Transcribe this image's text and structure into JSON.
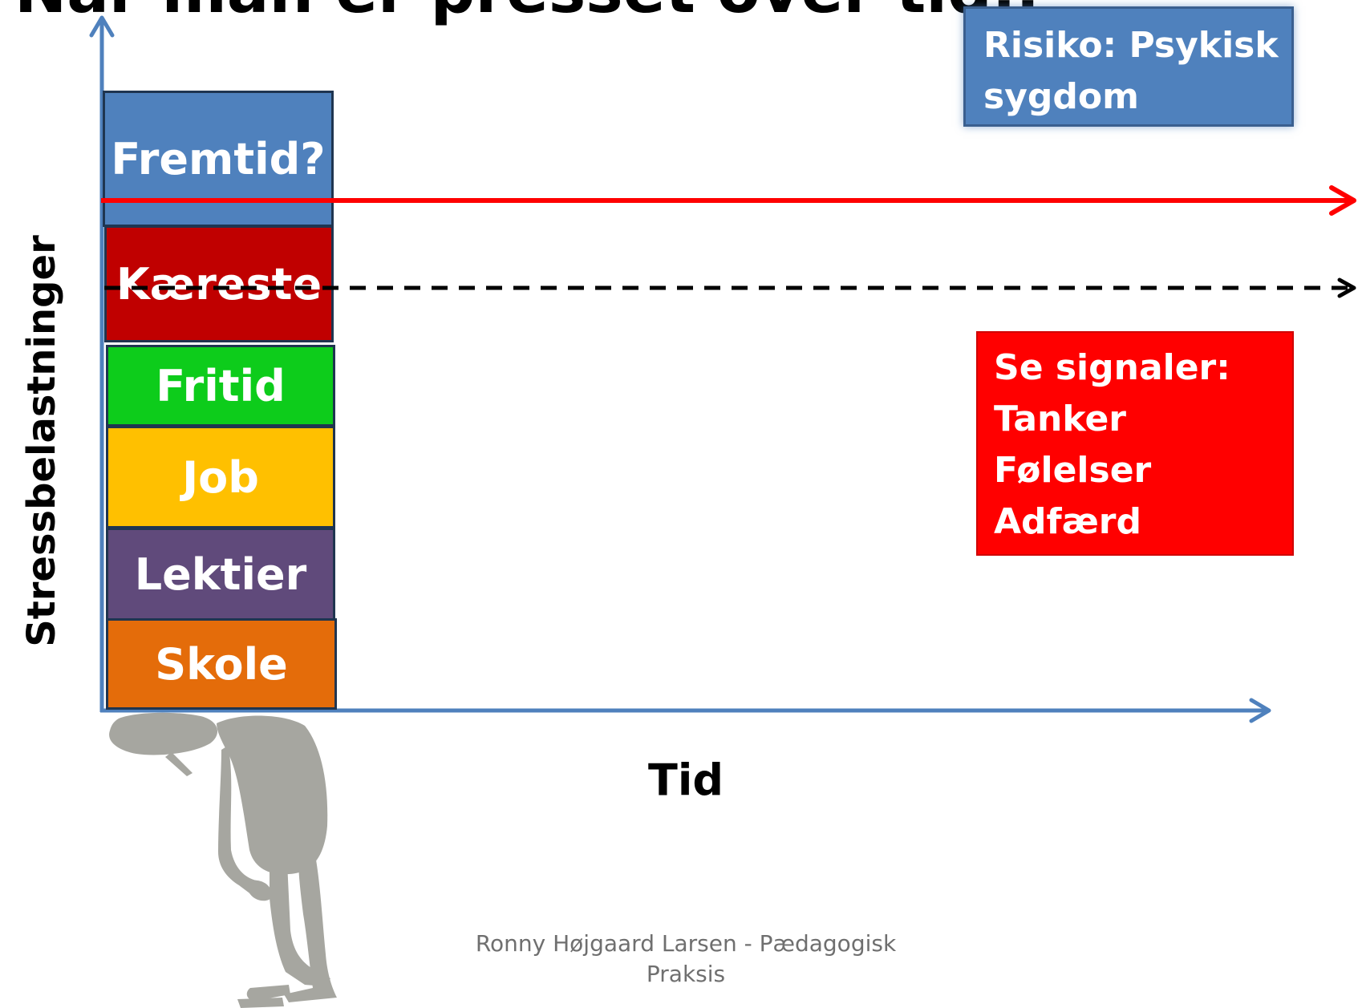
{
  "slide": {
    "title": "Når man er presset over tid..",
    "y_axis_label": "Stressbelastninger",
    "x_axis_label": "Tid",
    "footer_line1": "Ronny Højgaard Larsen - Pædagogisk",
    "footer_line2": "Praksis"
  },
  "stack": [
    {
      "label": "Fremtid?",
      "color": "#4f81bd"
    },
    {
      "label": "Kæreste",
      "color": "#c00000"
    },
    {
      "label": "Fritid",
      "color": "#0dcc1b"
    },
    {
      "label": "Job",
      "color": "#ffc000"
    },
    {
      "label": "Lektier",
      "color": "#604a7b"
    },
    {
      "label": "Skole",
      "color": "#e46c0a"
    }
  ],
  "callouts": {
    "risk": {
      "lines": [
        "Risiko: Psykisk",
        "sygdom"
      ],
      "color": "#4f81bd"
    },
    "signals": {
      "lines": [
        "Se signaler:",
        "Tanker",
        "Følelser",
        "Adfærd"
      ],
      "color": "#ff0000"
    }
  },
  "colors": {
    "axis": "#4f81bd",
    "limit_arrow": "#ff0000",
    "threshold_arrow": "#000000",
    "figure": "#a6a6a0"
  },
  "icons": [
    "stressed-person-icon"
  ]
}
